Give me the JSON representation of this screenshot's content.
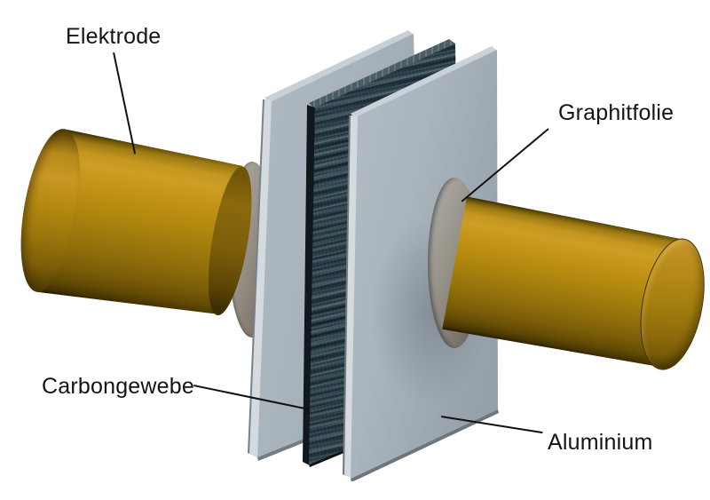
{
  "figure": {
    "type": "3d-technical-illustration",
    "background": "#ffffff",
    "labels": {
      "elektrode": "Elektrode",
      "graphitfolie": "Graphitfolie",
      "carbongewebe": "Carbongewebe",
      "aluminium": "Aluminium"
    },
    "parts": [
      {
        "name": "electrode-cylinder-left",
        "label": "Elektrode",
        "color": "#b8860b"
      },
      {
        "name": "graphite-foil-disc-left",
        "label": "Graphitfolie",
        "color": "#938f87"
      },
      {
        "name": "aluminium-plate-left",
        "label": "Aluminium",
        "color": "#a9b3bc"
      },
      {
        "name": "carbon-fabric-sheet",
        "label": "Carbongewebe",
        "color": "#243741"
      },
      {
        "name": "aluminium-plate-right",
        "label": "Aluminium",
        "color": "#a9b3bc"
      },
      {
        "name": "graphite-foil-disc-right",
        "label": "Graphitfolie",
        "color": "#938f87"
      },
      {
        "name": "electrode-cylinder-right",
        "label": "Elektrode",
        "color": "#b8860b"
      }
    ],
    "colors": {
      "gold_highlight": "#cd9e25",
      "gold_mid": "#b3890f",
      "gold_shadow": "#634b05",
      "plate_face": "#a9b3bc",
      "plate_edge_light": "#d5dade",
      "carbon_base": "#243741",
      "carbon_streak": "#5c7680",
      "foil_gray": "#938f87",
      "text": "#141414",
      "line": "#111111"
    }
  }
}
